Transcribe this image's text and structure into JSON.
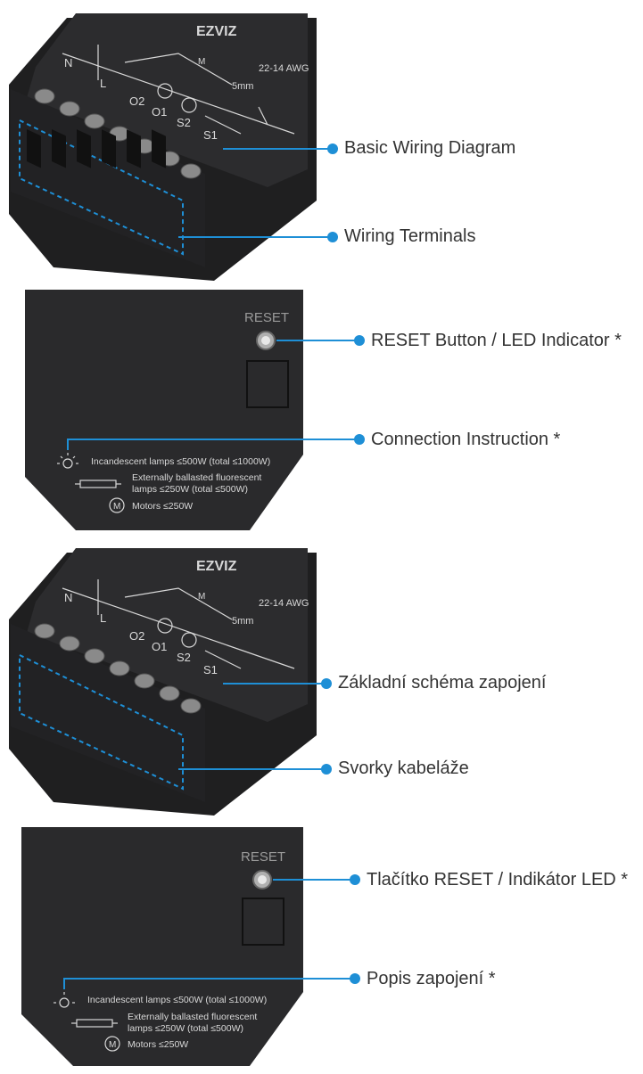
{
  "colors": {
    "device_body": "#2a2a2c",
    "device_dark": "#1c1c1d",
    "callout_line": "#1e8fd6",
    "callout_text": "#333333",
    "label_text": "#d8d8d8"
  },
  "device_top": {
    "brand": "EZVIZ",
    "terminal_labels": [
      "N",
      "L",
      "O2",
      "O1",
      "S2",
      "S1"
    ],
    "wire_gauge": "22-14 AWG",
    "strip_length": "5mm",
    "motor_symbol": "M"
  },
  "device_bottom": {
    "reset_label": "RESET",
    "connection_lines": [
      "Incandescent lamps ≤500W (total ≤1000W)",
      "Externally ballasted fluorescent",
      "lamps ≤250W (total ≤500W)",
      "Motors ≤250W"
    ],
    "motor_symbol": "M"
  },
  "callouts_en": {
    "basic_wiring": "Basic Wiring Diagram",
    "wiring_terminals": "Wiring Terminals",
    "reset_button": "RESET Button / LED Indicator *",
    "connection_instruction": "Connection Instruction *"
  },
  "callouts_cs": {
    "basic_wiring": "Základní schéma zapojení",
    "wiring_terminals": "Svorky kabeláže",
    "reset_button": "Tlačítko RESET / Indikátor LED *",
    "connection_instruction": "Popis zapojení *"
  }
}
